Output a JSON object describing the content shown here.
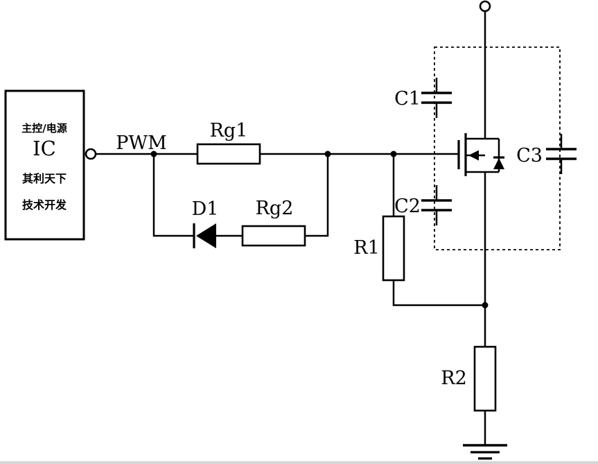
{
  "diagram": {
    "ic_block": {
      "line1": "主控/电源",
      "line2": "IC",
      "line3": "其利天下",
      "line4": "技术开发"
    },
    "labels": {
      "pwm": "PWM",
      "rg1": "Rg1",
      "d1": "D1",
      "rg2": "Rg2",
      "r1": "R1",
      "r2": "R2",
      "c1": "C1",
      "c2": "C2",
      "c3": "C3"
    },
    "colors": {
      "line": "#000000",
      "background": "#ffffff"
    }
  }
}
